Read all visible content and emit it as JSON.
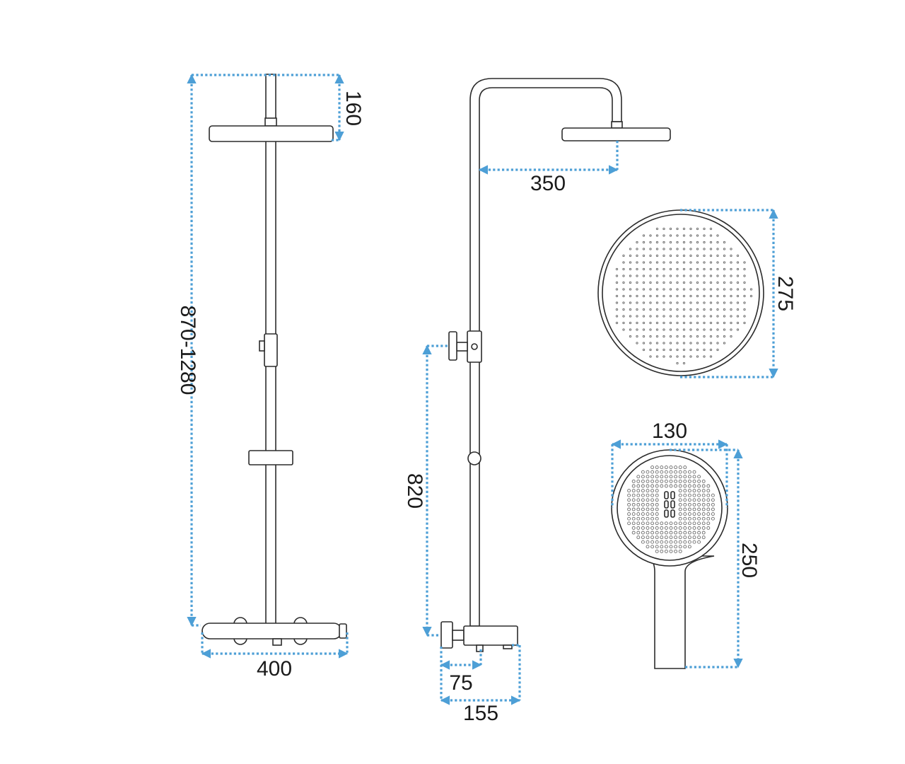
{
  "colors": {
    "dimension_line": "#4d9fd6",
    "outline": "#2b2b2b",
    "text": "#1a1a1a",
    "background": "#ffffff"
  },
  "dimensions": {
    "total_height": "870-1280",
    "head_height": "160",
    "mixer_width": "400",
    "arm_reach": "350",
    "rain_head_diameter": "275",
    "mixer_to_diverter": "820",
    "spout_offset": "75",
    "mixer_depth": "155",
    "hand_shower_width": "130",
    "hand_shower_length": "250"
  }
}
